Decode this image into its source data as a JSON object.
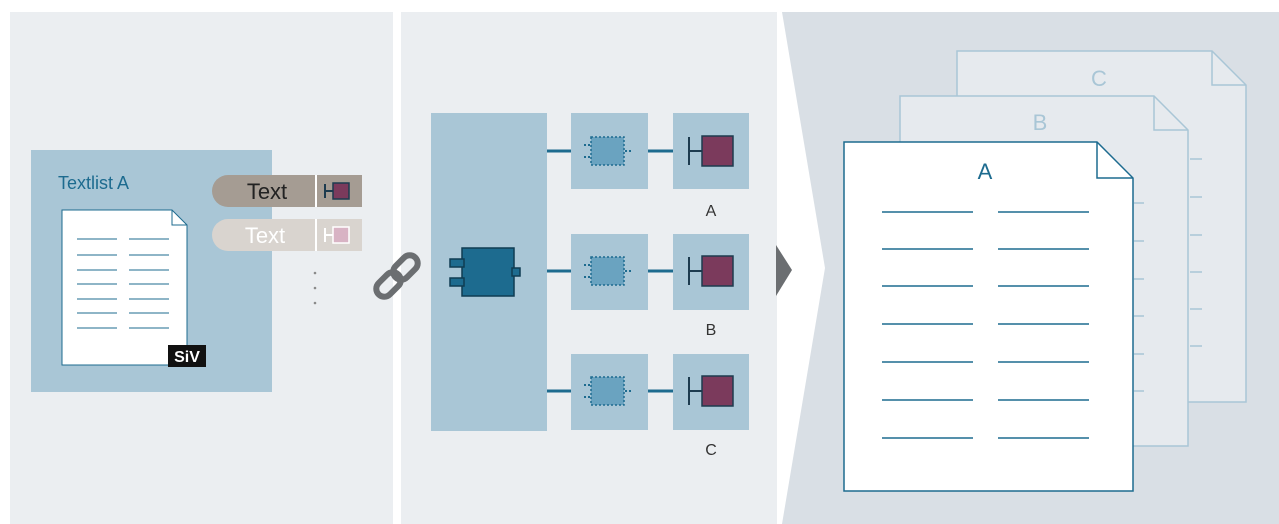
{
  "panel1": {
    "textlist_title": "Textlist A",
    "chip_text": "Text",
    "chip_text_faded": "Text",
    "badge": "SiV"
  },
  "panel2": {
    "row_labels": [
      "A",
      "B",
      "C"
    ]
  },
  "panel3": {
    "doc_labels": [
      "C",
      "B",
      "A"
    ]
  },
  "icons": {
    "link": "chain-link-icon",
    "arrow": "chevron-right-icon",
    "plugin": "plug-component-icon",
    "module": "dashed-chip-icon",
    "device": "bracket-device-icon"
  },
  "colors": {
    "panel_bg": "#ebeef1",
    "panel_dark_bg": "#d9dfe5",
    "block_blue": "#a9c6d6",
    "accent_blue": "#1d6b8f",
    "device_purple": "#7b3a5c",
    "chip_dark": "#a59c93",
    "chip_light": "#d9d4cf",
    "chain_gray": "#6b6e71"
  }
}
